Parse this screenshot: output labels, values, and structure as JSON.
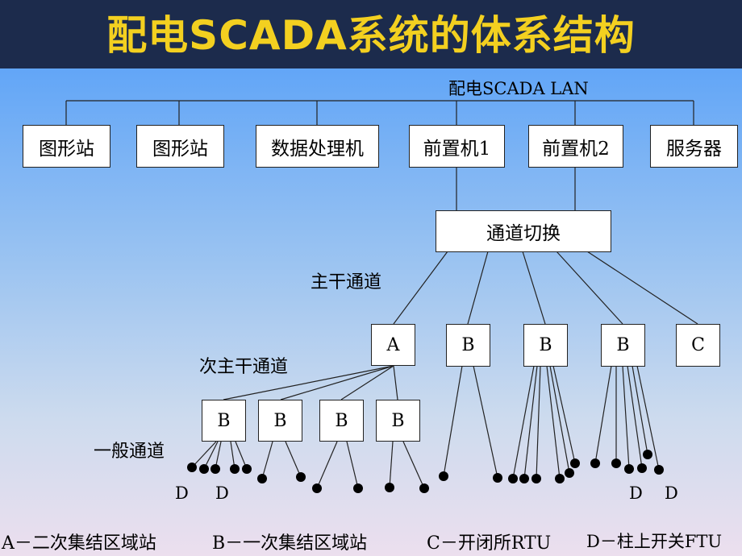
{
  "title": "配电SCADA系统的体系结构",
  "lan_label": "配电SCADA LAN",
  "lan_nodes": [
    "图形站",
    "图形站",
    "数据处理机",
    "前置机1",
    "前置机2",
    "服务器"
  ],
  "switch_label": "通道切换",
  "channel_labels": {
    "main": "主干通道",
    "sub_main": "次主干通道",
    "general": "一般通道"
  },
  "level2_nodes": [
    "A",
    "B",
    "B",
    "B",
    "C"
  ],
  "level3_nodes": [
    "B",
    "B",
    "B",
    "B"
  ],
  "d_labels": [
    "D",
    "D",
    "D",
    "D"
  ],
  "legend": [
    "A－二次集结区域站",
    "B－一次集结区域站",
    "C－开闭所RTU",
    "D－柱上开关FTU"
  ],
  "colors": {
    "title_bar": "#1c2b4c",
    "title_text": "#f3d020",
    "line": "#222222"
  }
}
